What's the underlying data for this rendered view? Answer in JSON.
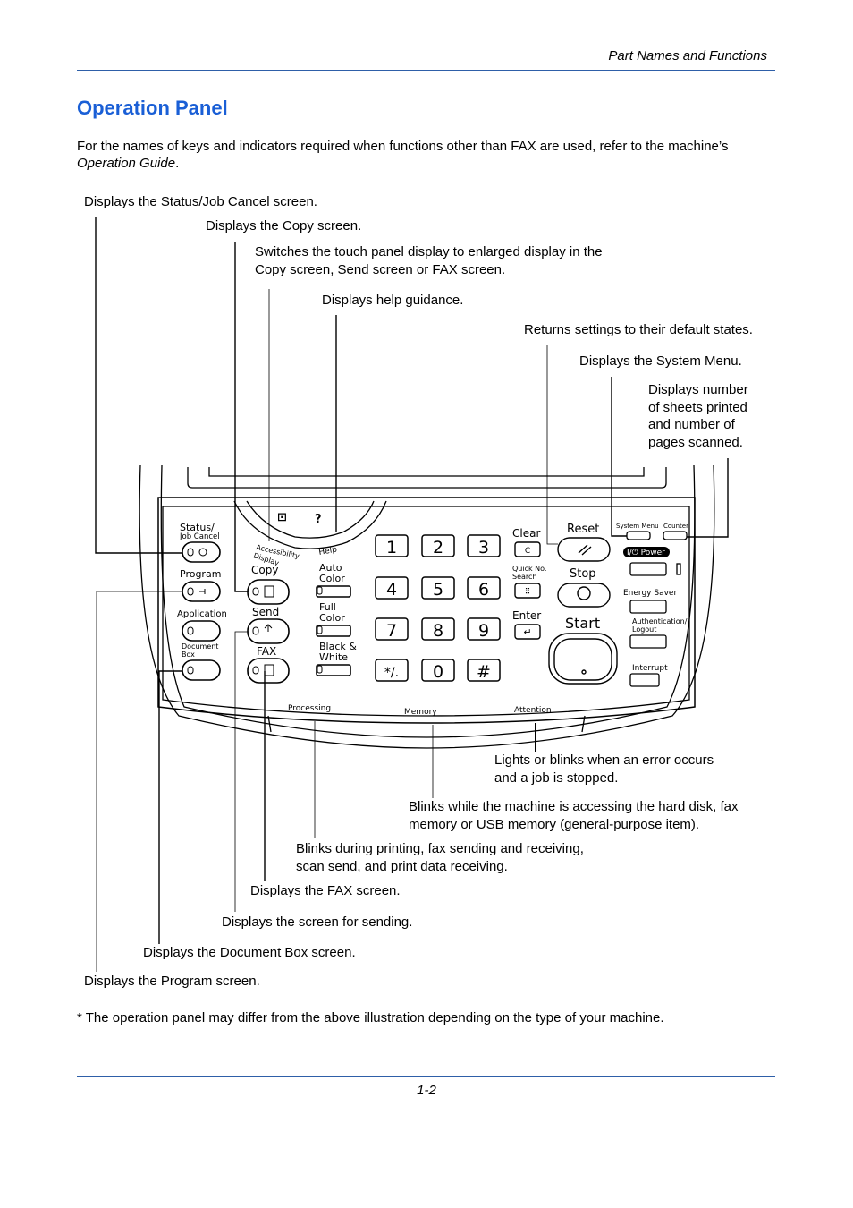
{
  "header": {
    "section": "Part Names and Functions",
    "page_number": "1-2"
  },
  "title": "Operation Panel",
  "intro": {
    "text": "For the names of keys and indicators required when functions other than FAX are used, refer to the machine’s ",
    "guide": "Operation Guide",
    "end": "."
  },
  "callouts": {
    "status": "Displays the Status/Job Cancel screen.",
    "copy": "Displays the Copy screen.",
    "accessibility": "Switches the touch panel display to enlarged display in the Copy screen, Send screen or FAX screen.",
    "help": "Displays help guidance.",
    "reset": "Returns settings to their default states.",
    "system_menu": "Displays the System Menu.",
    "counter": "Displays number of sheets printed and number of pages scanned.",
    "attention": "Lights or blinks when an error occurs and a job is stopped.",
    "memory": "Blinks while the machine is accessing the hard disk, fax memory or USB memory (general-purpose item).",
    "processing": "Blinks during printing, fax sending and receiving, scan send, and print data receiving.",
    "fax": "Displays the FAX screen.",
    "send": "Displays the screen for sending.",
    "document_box": "Displays the Document Box screen.",
    "program": "Displays the Program screen."
  },
  "panel": {
    "keys_left": {
      "status": "Status/",
      "job_cancel": "Job Cancel",
      "program": "Program",
      "application": "Application",
      "document": "Document",
      "box": "Box"
    },
    "keys_mode": {
      "copy": "Copy",
      "send": "Send",
      "fax": "FAX"
    },
    "color": {
      "auto1": "Auto",
      "auto2": "Color",
      "full1": "Full",
      "full2": "Color",
      "bw1": "Black &",
      "bw2": "White"
    },
    "arc": {
      "accessibility": "Accessibility",
      "display": "Display",
      "help": "Help"
    },
    "numpad": [
      "1",
      "2",
      "3",
      "4",
      "5",
      "6",
      "7",
      "8",
      "9",
      "*/.",
      "0",
      "#"
    ],
    "clear": "Clear",
    "quick1": "Quick No.",
    "quick2": "Search",
    "enter": "Enter",
    "reset": "Reset",
    "stop": "Stop",
    "start": "Start",
    "system_menu": "System Menu",
    "counter": "Counter",
    "power": "I/⏻ Power",
    "energy_saver": "Energy Saver",
    "auth1": "Authentication/",
    "auth2": "Logout",
    "interrupt": "Interrupt",
    "processing": "Processing",
    "memory": "Memory",
    "attention": "Attention"
  },
  "footnote": "* The operation panel may differ from the above illustration depending on the type of your machine."
}
